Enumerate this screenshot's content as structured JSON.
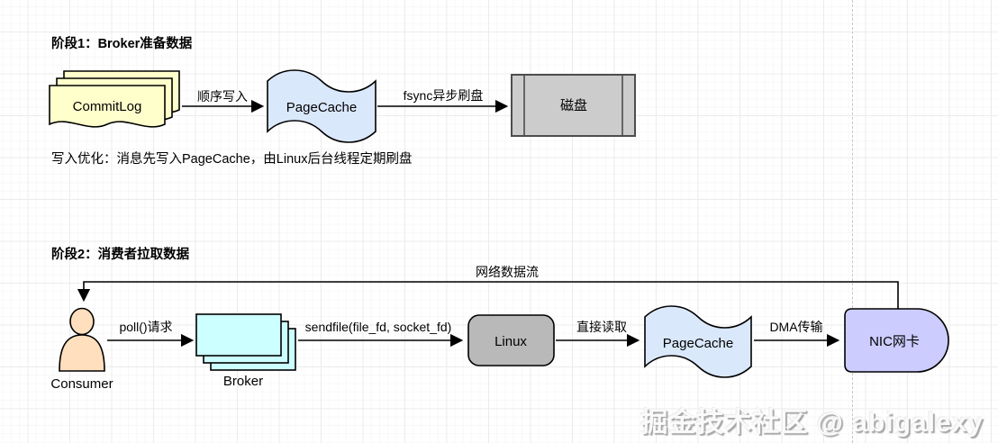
{
  "stage1": {
    "title": "阶段1：Broker准备数据",
    "note": "写入优化：消息先写入PageCache，由Linux后台线程定期刷盘",
    "nodes": {
      "commitlog": "CommitLog",
      "pagecache": "PageCache",
      "disk": "磁盘"
    },
    "edges": {
      "seq_write": "顺序写入",
      "fsync": "fsync异步刷盘"
    }
  },
  "stage2": {
    "title": "阶段2：消费者拉取数据",
    "nodes": {
      "consumer": "Consumer",
      "broker": "Broker",
      "linux": "Linux",
      "pagecache": "PageCache",
      "nic": "NIC网卡"
    },
    "edges": {
      "network": "网络数据流",
      "poll": "poll()请求",
      "sendfile": "sendfile(file_fd, socket_fd)",
      "direct_read": "直接读取",
      "dma": "DMA传输"
    }
  },
  "watermark": {
    "text": "掘金技术社区 @ abigalexy"
  },
  "colors": {
    "commitlog_fill": "#ffffcc",
    "pagecache_fill": "#dae8fc",
    "disk_fill": "#cccccc",
    "disk_stroke": "#4d4d4d",
    "linux_fill": "#b9b9b9",
    "broker_fill": "#ccffff",
    "nic_fill": "#ccccff",
    "consumer_fill": "#ffdfbd"
  }
}
